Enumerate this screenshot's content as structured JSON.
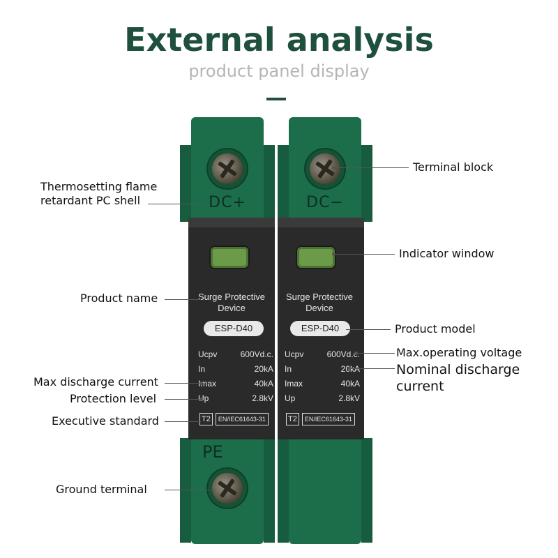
{
  "header": {
    "title": "External analysis",
    "subtitle": "product panel display"
  },
  "device": {
    "poles": [
      {
        "terminal_label": "DC+",
        "product_name": "Surge Protective Device",
        "model": "ESP-D40",
        "specs": [
          {
            "key": "Ucpv",
            "value": "600Vd.c."
          },
          {
            "key": "In",
            "value": "20kA"
          },
          {
            "key": "Imax",
            "value": "40kA"
          },
          {
            "key": "Up",
            "value": "2.8kV"
          }
        ],
        "class": "T2",
        "standard": "EN/IEC61643-31"
      },
      {
        "terminal_label": "DC−",
        "product_name": "Surge Protective Device",
        "model": "ESP-D40",
        "specs": [
          {
            "key": "Ucpv",
            "value": "600Vd.c."
          },
          {
            "key": "In",
            "value": "20kA"
          },
          {
            "key": "Imax",
            "value": "40kA"
          },
          {
            "key": "Up",
            "value": "2.8kV"
          }
        ],
        "class": "T2",
        "standard": "EN/IEC61643-31"
      }
    ],
    "ground_label": "PE"
  },
  "callouts": {
    "shell": "Thermosetting flame retardant PC shell",
    "shell_line1": "Thermosetting flame",
    "shell_line2": "retardant PC shell",
    "terminal_block": "Terminal block",
    "indicator_window": "Indicator window",
    "product_name": "Product name",
    "product_model": "Product model",
    "max_operating_voltage": "Max.operating voltage",
    "nominal_discharge_line1": "Nominal discharge",
    "nominal_discharge_line2": "current",
    "max_discharge_current": "Max discharge current",
    "protection_level": "Protection level",
    "executive_standard": "Executive standard",
    "ground_terminal": "Ground terminal"
  }
}
